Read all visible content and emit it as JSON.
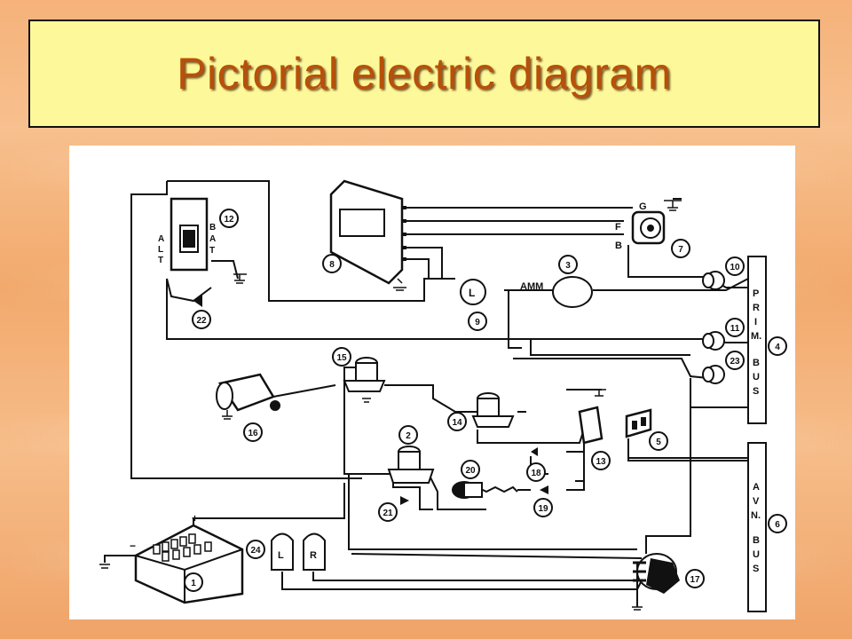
{
  "title": "Pictorial electric diagram",
  "labels": {
    "alt": [
      "A",
      "L",
      "T"
    ],
    "bat": [
      "B",
      "A",
      "T"
    ],
    "amm": "AMM",
    "gen_g": "G",
    "gen_f": "F",
    "gen_b": "B",
    "light_l": "L",
    "lamp_l": "L",
    "lamp_r": "R",
    "prim_bus": [
      "P",
      "R",
      "I",
      "M.",
      "B",
      "U",
      "S"
    ],
    "avn_bus": [
      "A",
      "V",
      "N.",
      "B",
      "U",
      "S"
    ],
    "plus": "+",
    "minus": "−"
  },
  "components": [
    "1",
    "2",
    "3",
    "4",
    "5",
    "6",
    "7",
    "8",
    "9",
    "10",
    "11",
    "12",
    "13",
    "14",
    "15",
    "16",
    "17",
    "18",
    "19",
    "20",
    "21",
    "22",
    "23",
    "24"
  ],
  "colors": {
    "title_bg": "#fdf99a",
    "title_text": "#b8500a",
    "background": "#f6b27a"
  }
}
